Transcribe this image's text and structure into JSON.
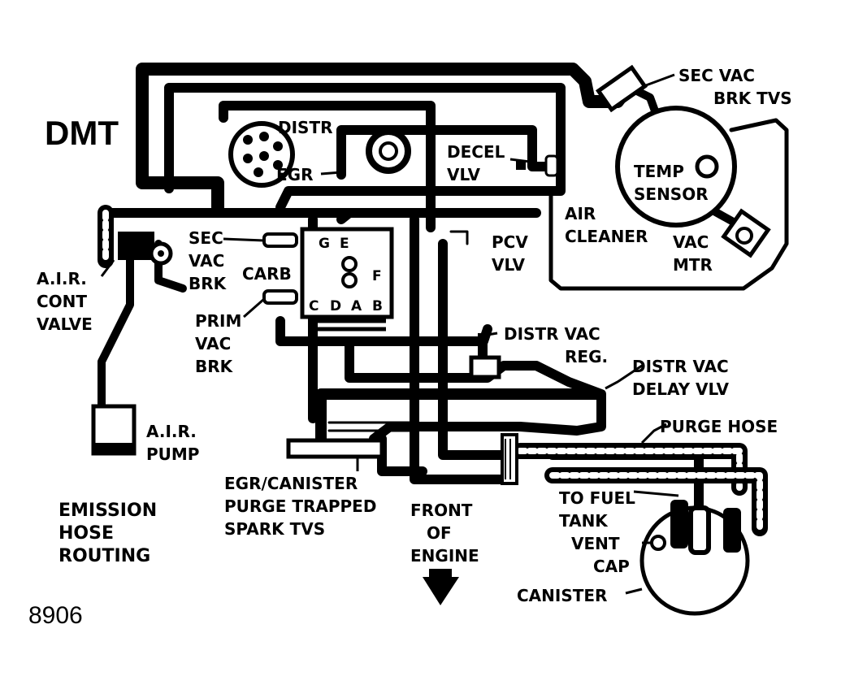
{
  "diagram": {
    "code": "DMT",
    "figure_number": "8906",
    "title_lines": [
      "EMISSION",
      "HOSE",
      "ROUTING"
    ],
    "labels": {
      "sec_vac_brk_tvs": [
        "SEC VAC",
        "BRK TVS"
      ],
      "distr": "DISTR",
      "decel_vlv": [
        "DECEL",
        "VLV"
      ],
      "temp_sensor": [
        "TEMP",
        "SENSOR"
      ],
      "egr": "EGR",
      "air_cleaner": [
        "AIR",
        "CLEANER"
      ],
      "vac_mtr": [
        "VAC",
        "MTR"
      ],
      "pcv_vlv": [
        "PCV",
        "VLV"
      ],
      "sec_vac_brk": [
        "SEC",
        "VAC",
        "BRK"
      ],
      "carb": "CARB",
      "air_cont_valve": [
        "A.I.R.",
        "CONT",
        "VALVE"
      ],
      "prim_vac_brk": [
        "PRIM",
        "VAC",
        "BRK"
      ],
      "distr_vac_reg": [
        "DISTR VAC",
        "REG."
      ],
      "distr_vac_delay_vlv": [
        "DISTR VAC",
        "DELAY VLV"
      ],
      "air_pump": [
        "A.I.R.",
        "PUMP"
      ],
      "purge_hose": "PURGE HOSE",
      "egr_canister": [
        "EGR/CANISTER",
        "PURGE TRAPPED",
        "SPARK TVS"
      ],
      "front_of_engine": [
        "FRONT",
        "OF",
        "ENGINE"
      ],
      "to_fuel_tank": [
        "TO FUEL",
        "TANK"
      ],
      "vent_cap": [
        "VENT",
        "CAP"
      ],
      "canister": "CANISTER",
      "carb_ports": [
        "G",
        "E",
        "F",
        "C",
        "D",
        "A",
        "B"
      ]
    }
  }
}
